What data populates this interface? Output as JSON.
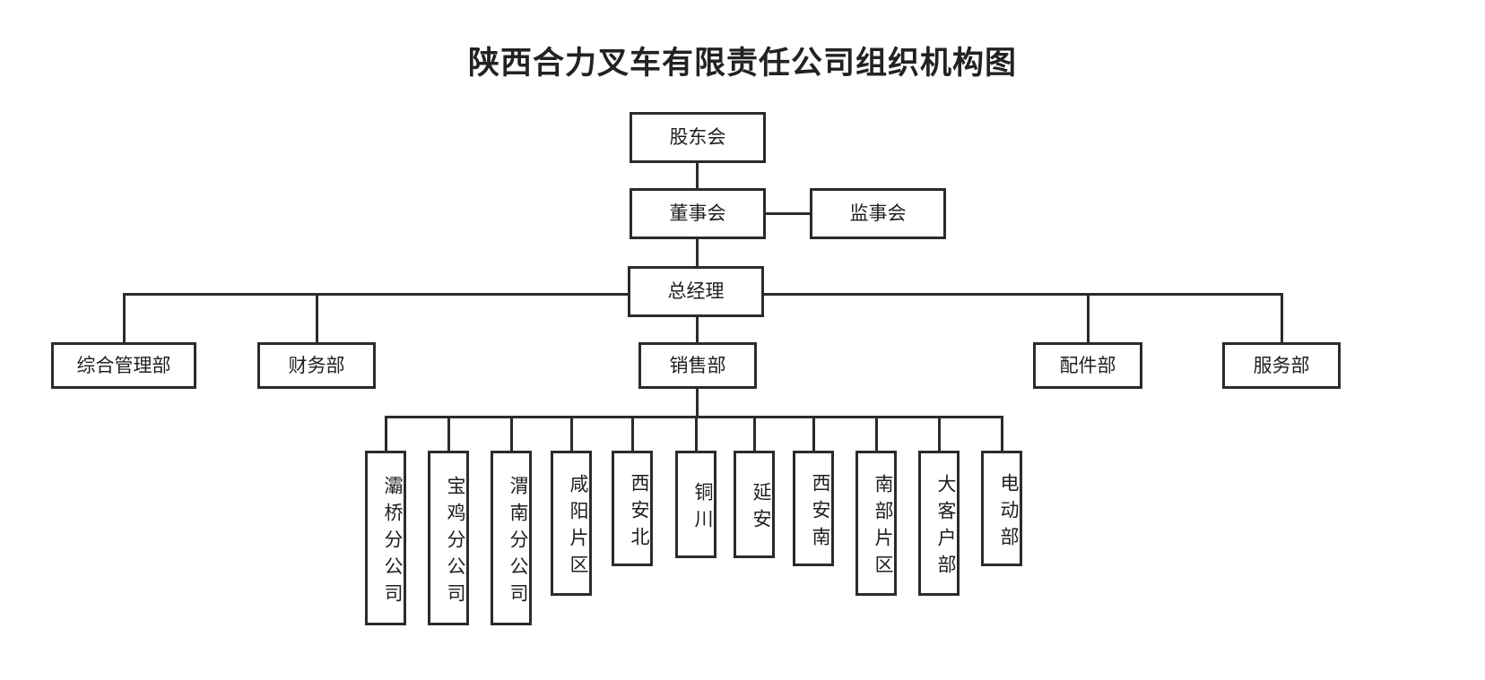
{
  "chart_data": {
    "type": "diagram",
    "title": "陕西合力叉车有限责任公司组织机构图",
    "orientation": "top-down",
    "levels": [
      {
        "level": 1,
        "nodes": [
          "股东会"
        ]
      },
      {
        "level": 2,
        "nodes": [
          "董事会",
          "监事会"
        ]
      },
      {
        "level": 3,
        "nodes": [
          "总经理"
        ]
      },
      {
        "level": 4,
        "nodes": [
          "综合管理部",
          "财务部",
          "销售部",
          "配件部",
          "服务部"
        ]
      },
      {
        "level": 5,
        "nodes": [
          "灞桥分公司",
          "宝鸡分公司",
          "渭南分公司",
          "咸阳片区",
          "西安北",
          "铜川",
          "延安",
          "西安南",
          "南部片区",
          "大客户部",
          "电动部"
        ]
      }
    ],
    "edges": [
      {
        "from": "股东会",
        "to": "董事会"
      },
      {
        "from": "董事会",
        "to": "监事会",
        "style": "horizontal-peer"
      },
      {
        "from": "董事会",
        "to": "总经理"
      },
      {
        "from": "总经理",
        "to": "综合管理部"
      },
      {
        "from": "总经理",
        "to": "财务部"
      },
      {
        "from": "总经理",
        "to": "销售部"
      },
      {
        "from": "总经理",
        "to": "配件部"
      },
      {
        "from": "总经理",
        "to": "服务部"
      },
      {
        "from": "销售部",
        "to": "灞桥分公司"
      },
      {
        "from": "销售部",
        "to": "宝鸡分公司"
      },
      {
        "from": "销售部",
        "to": "渭南分公司"
      },
      {
        "from": "销售部",
        "to": "咸阳片区"
      },
      {
        "from": "销售部",
        "to": "西安北"
      },
      {
        "from": "销售部",
        "to": "铜川"
      },
      {
        "from": "销售部",
        "to": "延安"
      },
      {
        "from": "销售部",
        "to": "西安南"
      },
      {
        "from": "销售部",
        "to": "南部片区"
      },
      {
        "from": "销售部",
        "to": "大客户部"
      },
      {
        "from": "销售部",
        "to": "电动部"
      }
    ],
    "colors": {
      "line": "#2b2b2b",
      "box_border": "#2b2b2b",
      "box_fill": "#ffffff",
      "text": "#1f1f1f",
      "title": "#222222"
    }
  },
  "title": "陕西合力叉车有限责任公司组织机构图",
  "nodes": {
    "shareholders": "股东会",
    "board": "董事会",
    "supervisors": "监事会",
    "general_manager": "总经理",
    "dept_admin": "综合管理部",
    "dept_finance": "财务部",
    "dept_sales": "销售部",
    "dept_parts": "配件部",
    "dept_service": "服务部"
  },
  "sales_units": [
    "灞桥分公司",
    "宝鸡分公司",
    "渭南分公司",
    "咸阳片区",
    "西安北",
    "铜川",
    "延安",
    "西安南",
    "南部片区",
    "大客户部",
    "电动部"
  ]
}
